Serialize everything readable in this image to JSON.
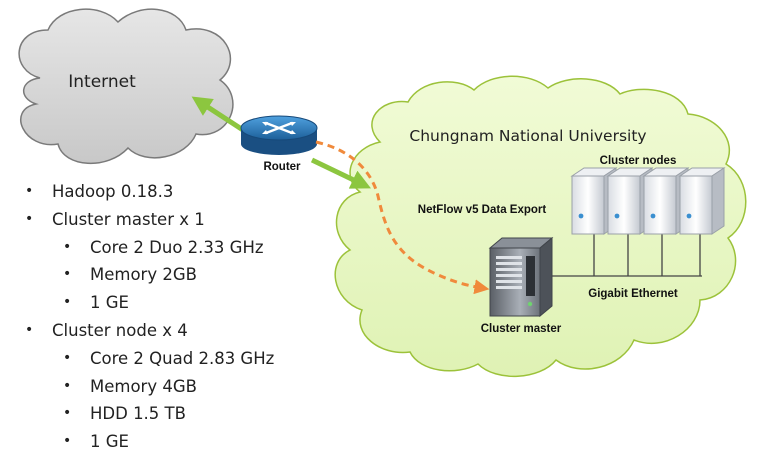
{
  "labels": {
    "internet": "Internet",
    "router": "Router",
    "university": "Chungnam National University",
    "cluster_nodes": "Cluster nodes",
    "netflow": "NetFlow v5 Data Export",
    "cluster_master": "Cluster master",
    "gigabit": "Gigabit Ethernet"
  },
  "colors": {
    "internet_cloud": "#d6d6d6",
    "university_cloud": "#e8f7c4",
    "link_arrow": "#8cc63f",
    "netflow_arrow": "#f08a3c",
    "router": "#2f7fc1"
  },
  "icons": {
    "router": "router-icon",
    "server": "server-icon",
    "master": "cluster-master-icon"
  },
  "specs": [
    {
      "level": 0,
      "text": "Hadoop 0.18.3"
    },
    {
      "level": 0,
      "text": "Cluster master x 1"
    },
    {
      "level": 1,
      "text": "Core 2 Duo 2.33 GHz"
    },
    {
      "level": 1,
      "text": "Memory 2GB"
    },
    {
      "level": 1,
      "text": "1 GE"
    },
    {
      "level": 0,
      "text": "Cluster node x 4"
    },
    {
      "level": 1,
      "text": "Core 2 Quad 2.83 GHz"
    },
    {
      "level": 1,
      "text": "Memory 4GB"
    },
    {
      "level": 1,
      "text": "HDD 1.5 TB"
    },
    {
      "level": 1,
      "text": "1 GE"
    }
  ],
  "bullet": "•"
}
